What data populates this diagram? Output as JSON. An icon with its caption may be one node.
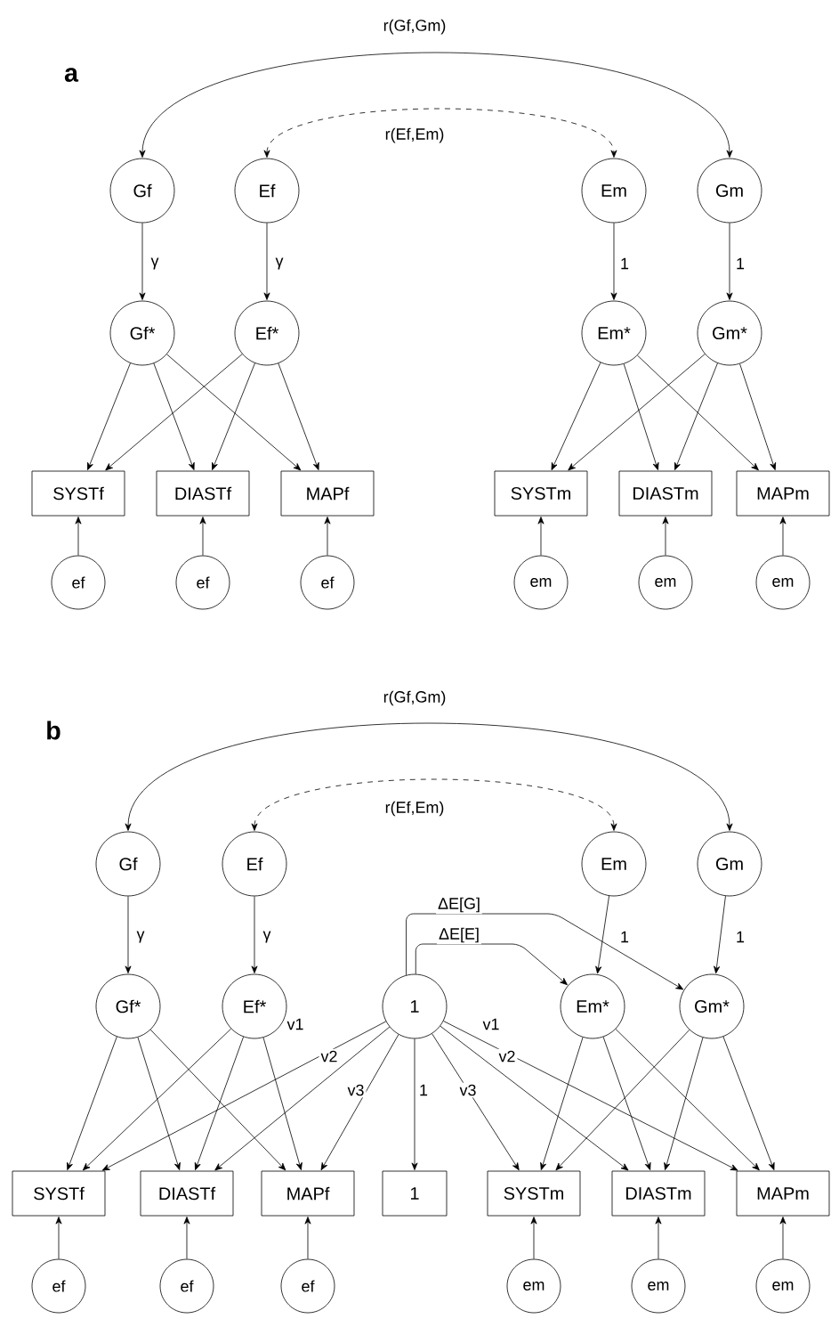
{
  "diagram": {
    "nodes": [
      {
        "text": [
          "Gf"
        ]
      },
      {
        "text": [
          "Ef"
        ]
      },
      {
        "text": [
          "Em"
        ]
      },
      {
        "text": [
          "Gm"
        ]
      },
      {
        "text": [
          "Gf*"
        ]
      },
      {
        "text": [
          "Ef*"
        ]
      },
      {
        "text": [
          "Em*"
        ]
      },
      {
        "text": [
          "Gm*"
        ]
      },
      {
        "text": [
          "SYSTf"
        ]
      },
      {
        "text": [
          "DIASTf"
        ]
      },
      {
        "text": [
          "MAPf"
        ]
      },
      {
        "text": [
          "SYSTm"
        ]
      },
      {
        "text": [
          "DIASTm"
        ]
      },
      {
        "text": [
          "MAPm"
        ]
      },
      {
        "text": [
          "ef"
        ]
      },
      {
        "text": [
          "ef"
        ]
      },
      {
        "text": [
          "ef"
        ]
      },
      {
        "text": [
          "em"
        ]
      },
      {
        "text": [
          "em"
        ]
      },
      {
        "text": [
          "em"
        ]
      },
      {
        "text": [
          "Gf"
        ]
      },
      {
        "text": [
          "Ef"
        ]
      },
      {
        "text": [
          "Em"
        ]
      },
      {
        "text": [
          "Gm"
        ]
      },
      {
        "text": [
          "Gf*"
        ]
      },
      {
        "text": [
          "Ef*"
        ]
      },
      {
        "text": [
          "1"
        ]
      },
      {
        "text": [
          "Em*"
        ]
      },
      {
        "text": [
          "Gm*"
        ]
      },
      {
        "text": [
          "SYSTf"
        ]
      },
      {
        "text": [
          "DIASTf"
        ]
      },
      {
        "text": [
          "MAPf"
        ]
      },
      {
        "text": [
          "1"
        ]
      },
      {
        "text": [
          "SYSTm"
        ]
      },
      {
        "text": [
          "DIASTm"
        ]
      },
      {
        "text": [
          "MAPm"
        ]
      },
      {
        "text": [
          "ef"
        ]
      },
      {
        "text": [
          "ef"
        ]
      },
      {
        "text": [
          "ef"
        ]
      },
      {
        "text": [
          "em"
        ]
      },
      {
        "text": [
          "em"
        ]
      },
      {
        "text": [
          "em"
        ]
      }
    ],
    "edges": [
      {
        "from": 0,
        "to": 3,
        "arrow": "both",
        "label": "r(Gf,Gm)"
      },
      {
        "from": 1,
        "to": 2,
        "arrow": "both",
        "label": "r(Ef,Em)",
        "style": "dashed"
      },
      {
        "from": 0,
        "to": 4,
        "arrow": "to",
        "label": "γ"
      },
      {
        "from": 1,
        "to": 5,
        "arrow": "to",
        "label": "γ"
      },
      {
        "from": 2,
        "to": 6,
        "arrow": "to",
        "label": "1"
      },
      {
        "from": 3,
        "to": 7,
        "arrow": "to",
        "label": "1"
      },
      {
        "from": 4,
        "to": 8,
        "arrow": "to"
      },
      {
        "from": 4,
        "to": 9,
        "arrow": "to"
      },
      {
        "from": 4,
        "to": 10,
        "arrow": "to"
      },
      {
        "from": 5,
        "to": 8,
        "arrow": "to"
      },
      {
        "from": 5,
        "to": 9,
        "arrow": "to"
      },
      {
        "from": 5,
        "to": 10,
        "arrow": "to"
      },
      {
        "from": 6,
        "to": 11,
        "arrow": "to"
      },
      {
        "from": 6,
        "to": 12,
        "arrow": "to"
      },
      {
        "from": 6,
        "to": 13,
        "arrow": "to"
      },
      {
        "from": 7,
        "to": 11,
        "arrow": "to"
      },
      {
        "from": 7,
        "to": 12,
        "arrow": "to"
      },
      {
        "from": 7,
        "to": 13,
        "arrow": "to"
      },
      {
        "from": 14,
        "to": 8,
        "arrow": "to"
      },
      {
        "from": 15,
        "to": 9,
        "arrow": "to"
      },
      {
        "from": 16,
        "to": 10,
        "arrow": "to"
      },
      {
        "from": 17,
        "to": 11,
        "arrow": "to"
      },
      {
        "from": 18,
        "to": 12,
        "arrow": "to"
      },
      {
        "from": 19,
        "to": 13,
        "arrow": "to"
      },
      {
        "from": 20,
        "to": 23,
        "arrow": "both",
        "label": "r(Gf,Gm)"
      },
      {
        "from": 21,
        "to": 22,
        "arrow": "both",
        "label": "r(Ef,Em)",
        "style": "dashed"
      },
      {
        "from": 20,
        "to": 24,
        "arrow": "to",
        "label": "γ"
      },
      {
        "from": 21,
        "to": 25,
        "arrow": "to",
        "label": "γ"
      },
      {
        "from": 22,
        "to": 27,
        "arrow": "to",
        "label": "1"
      },
      {
        "from": 23,
        "to": 28,
        "arrow": "to",
        "label": "1"
      },
      {
        "from": 26,
        "to": 28,
        "arrow": "to",
        "label": "ΔE[G]"
      },
      {
        "from": 26,
        "to": 27,
        "arrow": "to",
        "label": "ΔE[E]"
      },
      {
        "from": 24,
        "to": 29,
        "arrow": "to"
      },
      {
        "from": 24,
        "to": 30,
        "arrow": "to"
      },
      {
        "from": 24,
        "to": 31,
        "arrow": "to"
      },
      {
        "from": 25,
        "to": 29,
        "arrow": "to"
      },
      {
        "from": 25,
        "to": 30,
        "arrow": "to"
      },
      {
        "from": 25,
        "to": 31,
        "arrow": "to"
      },
      {
        "from": 26,
        "to": 29,
        "arrow": "to",
        "label": "v1"
      },
      {
        "from": 26,
        "to": 30,
        "arrow": "to",
        "label": "v2"
      },
      {
        "from": 26,
        "to": 31,
        "arrow": "to",
        "label": "v3"
      },
      {
        "from": 26,
        "to": 32,
        "arrow": "to",
        "label": "1"
      },
      {
        "from": 26,
        "to": 33,
        "arrow": "to",
        "label": "v3"
      },
      {
        "from": 26,
        "to": 34,
        "arrow": "to",
        "label": "v2"
      },
      {
        "from": 26,
        "to": 35,
        "arrow": "to",
        "label": "v1"
      },
      {
        "from": 27,
        "to": 33,
        "arrow": "to"
      },
      {
        "from": 27,
        "to": 34,
        "arrow": "to"
      },
      {
        "from": 27,
        "to": 35,
        "arrow": "to"
      },
      {
        "from": 28,
        "to": 33,
        "arrow": "to"
      },
      {
        "from": 28,
        "to": 34,
        "arrow": "to"
      },
      {
        "from": 28,
        "to": 35,
        "arrow": "to"
      },
      {
        "from": 36,
        "to": 29,
        "arrow": "to"
      },
      {
        "from": 37,
        "to": 30,
        "arrow": "to"
      },
      {
        "from": 38,
        "to": 31,
        "arrow": "to"
      },
      {
        "from": 39,
        "to": 33,
        "arrow": "to"
      },
      {
        "from": 40,
        "to": 34,
        "arrow": "to"
      },
      {
        "from": 41,
        "to": 35,
        "arrow": "to"
      }
    ],
    "labels": [
      "a",
      "b"
    ]
  }
}
